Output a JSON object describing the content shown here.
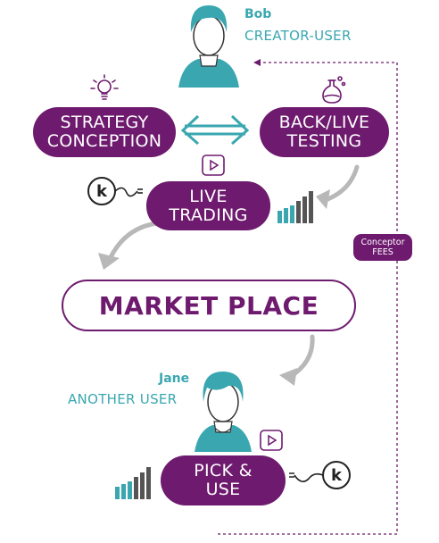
{
  "creator": {
    "name": "Bob",
    "role": "CREATOR-USER"
  },
  "other": {
    "name": "Jane",
    "role": "ANOTHER USER"
  },
  "strategy": {
    "line1": "STRATEGY",
    "line2": "CONCEPTION"
  },
  "testing": {
    "line1": "BACK/LIVE",
    "line2": "TESTING"
  },
  "live": {
    "line1": "LIVE",
    "line2": "TRADING"
  },
  "market": {
    "label": "MARKET PLACE"
  },
  "pick": {
    "line1": "PICK &",
    "line2": "USE"
  },
  "fees": {
    "line1": "Conceptor",
    "line2": "FEES"
  },
  "k_logo": {
    "letter": "k"
  },
  "colors": {
    "purple": "#6e1a6e",
    "teal": "#3aa7b0",
    "gray": "#b5b5b5",
    "dark": "#555555"
  },
  "icons": [
    "person-icon",
    "lightbulb-icon",
    "flask-icon",
    "play-icon",
    "k-logo-icon",
    "bar-chart-icon",
    "arrow-icon"
  ]
}
